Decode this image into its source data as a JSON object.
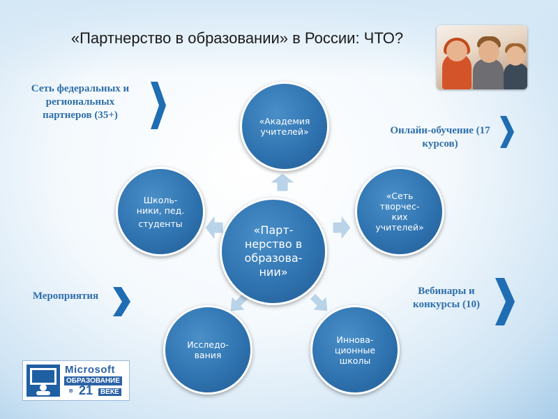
{
  "title": "«Партнерство в образовании» в России: ЧТО?",
  "side_labels": {
    "left_top": "Сеть федеральных и региональных партнеров (35+)",
    "right_top": "Онлайн-обучение (17 курсов)",
    "left_bottom": "Мероприятия",
    "right_bottom": "Вебинары и конкурсы (10)"
  },
  "center": {
    "lines": [
      "«Парт-",
      "нерство в",
      "образова-",
      "нии»"
    ]
  },
  "satellites": {
    "top": [
      "«Академия",
      "учителей»"
    ],
    "right": [
      "«Сеть",
      "творчес-",
      "ких",
      "учителей»"
    ],
    "left": [
      "Школь-",
      "ники, пед.",
      "студенты"
    ],
    "bottom_left": [
      "Исследо-",
      "вания"
    ],
    "bottom_right": [
      "Иннова-",
      "ционные",
      "школы"
    ]
  },
  "logo": {
    "brand": "Microsoft",
    "line1": "ОБРАЗОВАНИЕ",
    "line2_prefix": "в",
    "line2_number": "21",
    "line2_suffix": "ВЕКЕ"
  },
  "colors": {
    "circle": "#2f73b0",
    "side_text": "#2e6faa",
    "chevron": "#1f6db3",
    "arrow": "#b9d3e9"
  }
}
